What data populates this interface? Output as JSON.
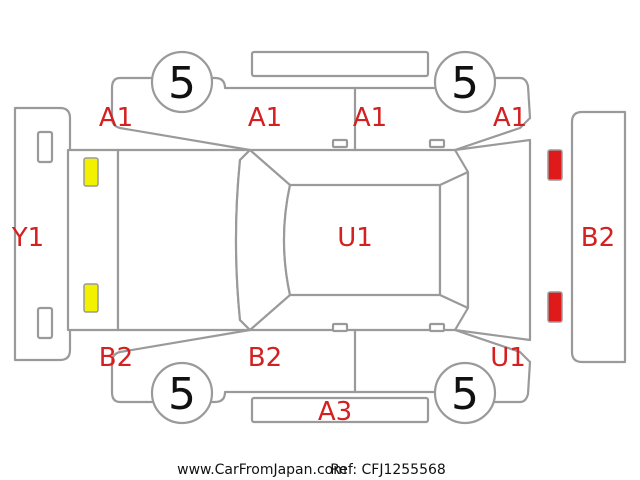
{
  "colors": {
    "outline": "#9a9a9a",
    "code": "#d42020",
    "front_lamp": "#f2f200",
    "rear_lamp": "#e01a1a"
  },
  "tires": {
    "front_left": "5",
    "rear_left": "5",
    "front_right": "5",
    "rear_right": "5"
  },
  "damage_codes": {
    "front_bumper": "Y1",
    "rear_bumper": "B2",
    "roof": "U1",
    "left_front_fender": "A1",
    "left_front_door": "A1",
    "left_rear_door": "A1",
    "left_rear_fender": "A1",
    "right_front_fender": "B2",
    "right_front_door": "B2",
    "right_side_sill": "A3",
    "right_rear_fender": "U1"
  },
  "footer": {
    "site": "www.CarFromJapan.com",
    "ref": "Ref: CFJ1255568"
  }
}
